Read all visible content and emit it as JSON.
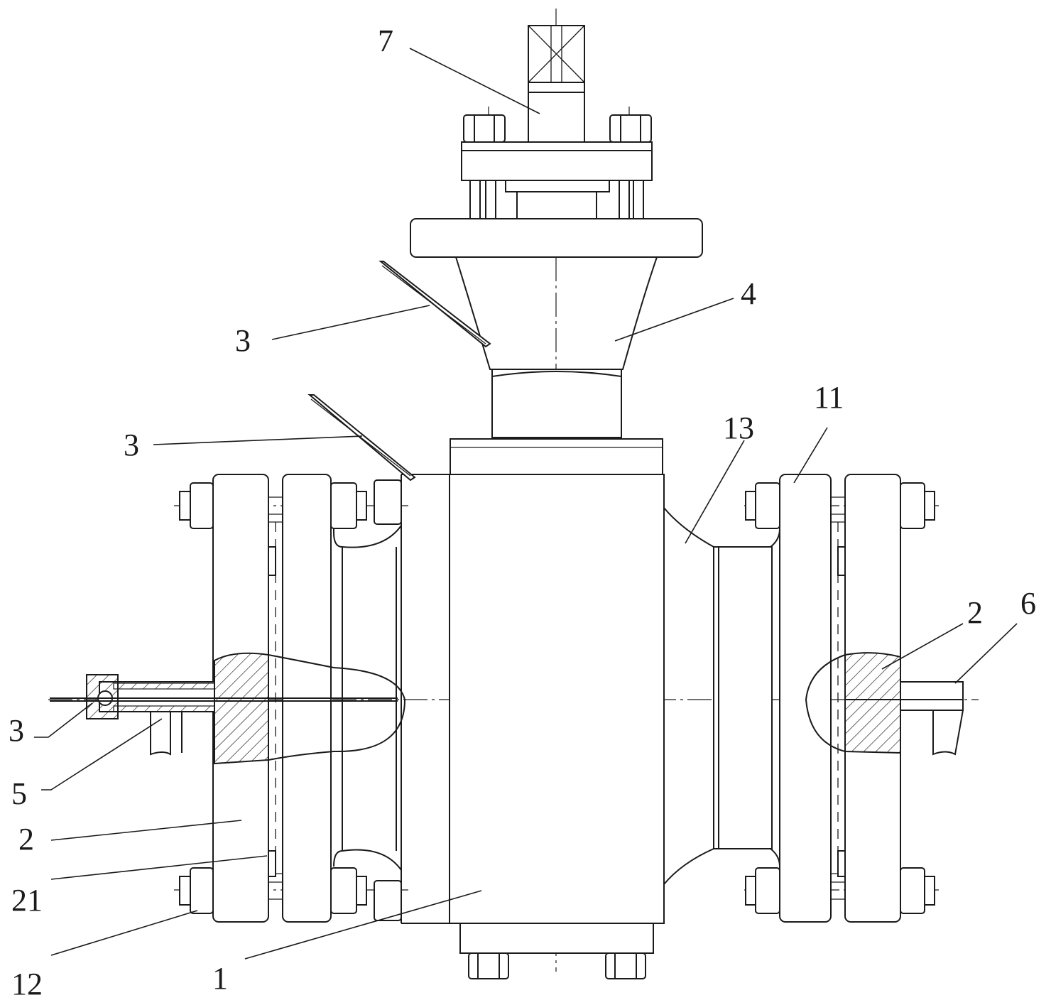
{
  "callouts": {
    "c7": "7",
    "c4": "4",
    "c3_upper": "3",
    "c3_mid": "3",
    "c3_left": "3",
    "c13": "13",
    "c11": "11",
    "c6": "6",
    "c2_right": "2",
    "c5": "5",
    "c2_left": "2",
    "c21": "21",
    "c12": "12",
    "c1": "1"
  },
  "colors": {
    "line": "#1a1a1a",
    "background": "#ffffff"
  }
}
